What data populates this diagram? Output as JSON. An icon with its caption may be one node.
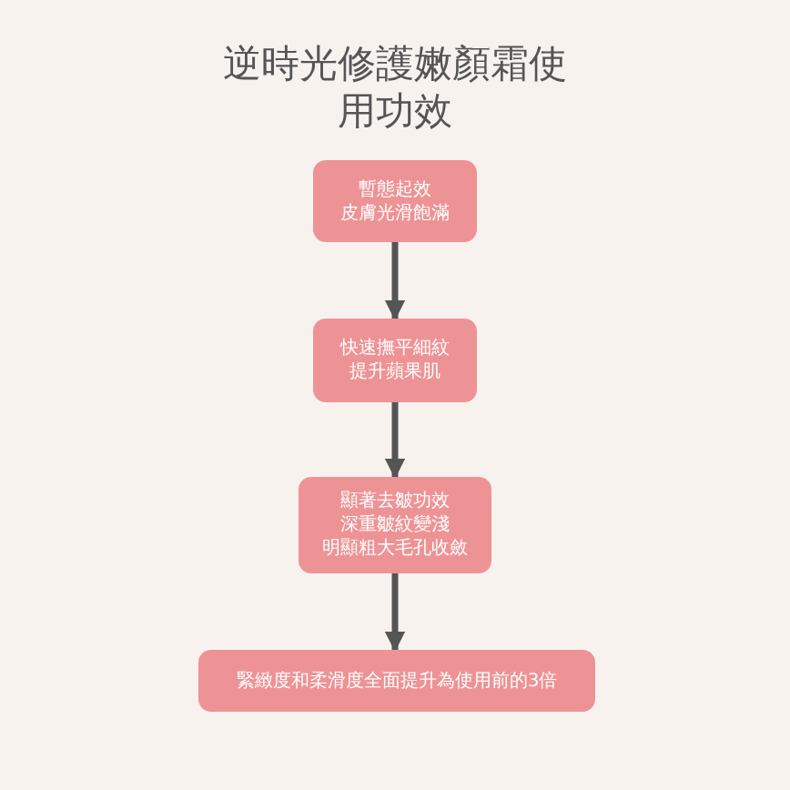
{
  "diagram": {
    "title": "逆時光修護嫩顏霜使用功效",
    "nodes": [
      {
        "text": [
          "暫態起效",
          "皮膚光滑飽滿"
        ]
      },
      {
        "text": [
          "快速撫平細紋",
          "提升蘋果肌"
        ]
      },
      {
        "text": [
          "顯著去皺功效",
          "深重皺紋變淺",
          "明顯粗大毛孔收斂"
        ]
      },
      {
        "text": [
          "緊緻度和柔滑度全面提升為使用前的3倍"
        ]
      }
    ],
    "edges": [
      {
        "from": 0,
        "to": 1,
        "arrow": "to"
      },
      {
        "from": 1,
        "to": 2,
        "arrow": "to"
      },
      {
        "from": 2,
        "to": 3,
        "arrow": "to"
      }
    ]
  }
}
